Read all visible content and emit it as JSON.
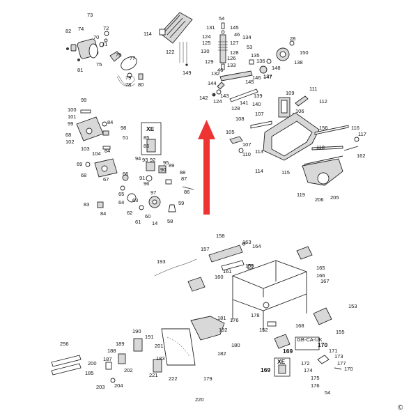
{
  "labels": {
    "l73": "73",
    "l82": "82",
    "l74": "74",
    "l72": "72",
    "l70": "70",
    "l71": "71",
    "l76": "76",
    "l77": "77",
    "l75": "75",
    "l81": "81",
    "l79": "79",
    "l78": "78",
    "l80": "80",
    "l114a": "114",
    "l122": "122",
    "l149": "149",
    "l54": "54",
    "l131": "131",
    "l145": "145",
    "l46a": "46",
    "l124a": "124",
    "l125": "125",
    "l127": "127",
    "l134": "134",
    "l130": "130",
    "l126": "126",
    "l128": "128",
    "l53": "53",
    "l135": "135",
    "l132": "132",
    "l129": "129",
    "l136": "136",
    "l133": "133",
    "l46b": "46",
    "l28": "28",
    "l150": "150",
    "l148": "148",
    "l137": "137",
    "l138": "138",
    "l146": "146",
    "l145b": "145",
    "l147": "147",
    "l144": "144",
    "l142": "142",
    "l143": "143",
    "l124b": "124",
    "l141": "141",
    "l139": "139",
    "l128b": "128",
    "l140": "140",
    "l109": "109",
    "l111": "111",
    "l106": "106",
    "l112": "112",
    "l99": "99",
    "l100": "100",
    "l101": "101",
    "l99b": "99",
    "l84a": "84",
    "l98": "98",
    "l68a": "68",
    "l51": "51",
    "l102": "102",
    "l103": "103",
    "l104": "104",
    "l84b": "84",
    "xe1": "XE",
    "l85": "85",
    "l86": "86",
    "l94": "94",
    "l93": "93",
    "l92": "92",
    "l95": "95",
    "l89": "89",
    "l88": "88",
    "l87": "87",
    "l69": "69",
    "l68b": "68",
    "l67": "67",
    "l66": "66",
    "l90": "90",
    "l91": "91",
    "l96": "96",
    "l65": "65",
    "l97": "97",
    "l86b": "86",
    "l63": "63",
    "l64": "64",
    "l83": "83",
    "l84c": "84",
    "l62": "62",
    "l61": "61",
    "l60": "60",
    "l14": "14",
    "l59": "59",
    "l58": "58",
    "l108": "108",
    "l107a": "107",
    "l105": "105",
    "l107b": "107",
    "l113": "113",
    "l110": "110",
    "l114b": "114",
    "l115": "115",
    "l156": "156",
    "l116": "116",
    "l117": "117",
    "l118": "118",
    "l162": "162",
    "l119": "119",
    "l206": "206",
    "l205": "205",
    "l158": "158",
    "l163": "163",
    "l164": "164",
    "l157": "157",
    "l193": "193",
    "l159": "159",
    "l161": "161",
    "l160": "160",
    "l165": "165",
    "l166": "166",
    "l167": "167",
    "l153": "153",
    "l178": "178",
    "l152": "152",
    "l181": "181",
    "l192": "192",
    "l176": "176",
    "l168": "168",
    "l155": "155",
    "l180": "180",
    "l182": "182",
    "l190": "190",
    "l191": "191",
    "l201": "201",
    "l189": "189",
    "l188": "188",
    "l187": "187",
    "l200": "200",
    "l185": "185",
    "l202": "202",
    "l203": "203",
    "l204": "204",
    "l256": "256",
    "l183": "183",
    "l221": "221",
    "l222": "222",
    "l179": "179",
    "l220": "220",
    "gbca": "GB-CA-UK",
    "l170a": "170",
    "l169a": "169",
    "l171": "171",
    "l173": "173",
    "l172": "172",
    "l174": "174",
    "l177": "177",
    "l170b": "170",
    "xe2": "XE",
    "l169b": "169",
    "l175": "175",
    "l176b": "176",
    "l54b": "54"
  },
  "copyright": "©",
  "highlight_arrow_color": "#ee3333"
}
